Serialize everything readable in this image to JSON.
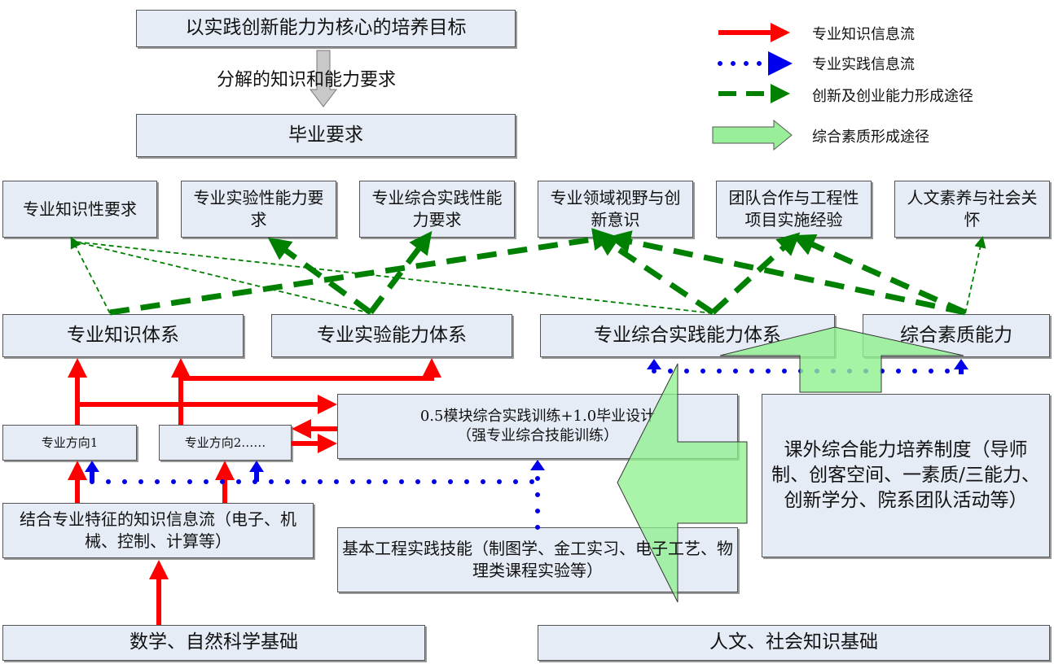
{
  "top": {
    "goal": "以实践创新能力为核心的培养目标",
    "decompose_label": "分解的知识和能力要求",
    "graduation": "毕业要求"
  },
  "legend": [
    {
      "label": "专业知识信息流",
      "color": "#ff0000"
    },
    {
      "label": "专业实践信息流",
      "color": "#0000ee"
    },
    {
      "label": "创新及创业能力形成途径",
      "color": "#008000"
    },
    {
      "label": "综合素质形成途径",
      "color": "#99ee99"
    }
  ],
  "requirements": [
    "专业知识性要求",
    "专业实验性能力要求",
    "专业综合实践性能力要求",
    "专业领域视野与创新意识",
    "团队合作与工程性项目实施经验",
    "人文素养与社会关怀"
  ],
  "systems": [
    "专业知识体系",
    "专业实验能力体系",
    "专业综合实践能力体系",
    "综合素质能力"
  ],
  "directions": [
    "专业方向1",
    "专业方向2……"
  ],
  "training": {
    "line1": "0.5模块综合实践训练+1.0毕业设计",
    "line2": "（强专业综合技能训练）"
  },
  "extracurricular": "课外综合能力培养制度（导师制、创客空间、一素质/三能力、创新学分、院系团队活动等）",
  "knowledge_flow": "结合专业特征的知识信息流（电子、机械、控制、计算等）",
  "engineering": "基本工程实践技能（制图学、金工实习、电子工艺、物理类课程实验等）",
  "foundations": [
    "数学、自然科学基础",
    "人文、社会知识基础"
  ]
}
